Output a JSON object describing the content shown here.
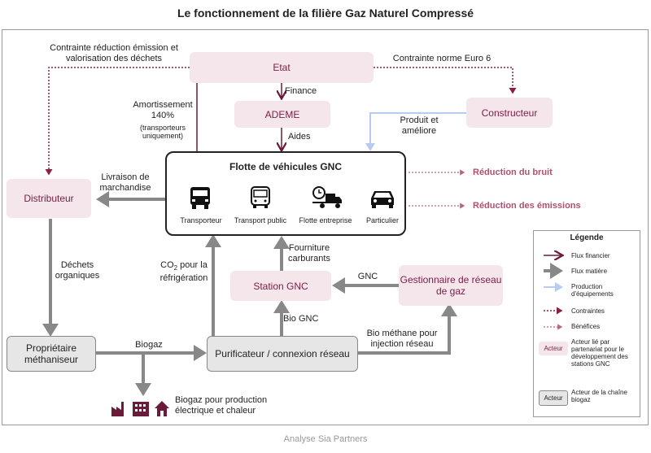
{
  "title": "Le fonctionnement de la filière Gaz Naturel Compressé",
  "footer": "Analyse Sia Partners",
  "nodes": {
    "etat": "Etat",
    "ademe": "ADEME",
    "constructeur": "Constructeur",
    "distributeur": "Distributeur",
    "station": "Station GNC",
    "gestionnaire": "Gestionnaire de réseau de gaz",
    "proprietaire": "Propriétaire méthaniseur",
    "purificateur": "Purificateur / connexion réseau"
  },
  "fleet": {
    "title": "Flotte de véhicules GNC",
    "vehicles": [
      "Transporteur",
      "Transport public",
      "Flotte entreprise",
      "Particulier"
    ]
  },
  "labels": {
    "contrainte_reduction": "Contrainte réduction émission et valorisation des déchets",
    "contrainte_euro": "Contrainte norme Euro 6",
    "finance": "Finance",
    "aides": "Aides",
    "amortissement": "Amortissement 140%",
    "amortissement_note": "(transporteurs uniquement)",
    "produit": "Produit et améliore",
    "livraison": "Livraison de marchandise",
    "dechets": "Déchets organiques",
    "co2_pre": "CO",
    "co2_sub": "2",
    "co2_post": " pour la réfrigération",
    "fourniture": "Fourniture carburants",
    "gnc": "GNC",
    "bio_gnc": "Bio GNC",
    "biogaz": "Biogaz",
    "bio_methane": "Bio méthane pour injection réseau",
    "biogaz_production": "Biogaz pour production électrique et chaleur",
    "reduction_bruit": "Réduction du bruit",
    "reduction_emissions": "Réduction des émissions"
  },
  "legend": {
    "title": "Légende",
    "items": [
      "Flux financier",
      "Flux matière",
      "Production d'équipements",
      "Contraintes",
      "Bénéfices"
    ],
    "actor_partner_swatch": "Acteur",
    "actor_partner": "Acteur lié par partenariat pour le développement des stations GNC",
    "actor_chain_swatch": "Acteur",
    "actor_chain": "Acteur de la chaîne biogaz"
  },
  "colors": {
    "financial": "#6b1a3a",
    "material": "#888888",
    "equipment": "#b8ccf0",
    "constraint": "#8b2040",
    "benefit": "#c06080",
    "partner_bg": "#f5e6ec"
  },
  "icons": [
    "truck-icon",
    "bus-icon",
    "van-icon",
    "car-icon",
    "factory-icon",
    "building-icon",
    "house-icon"
  ]
}
